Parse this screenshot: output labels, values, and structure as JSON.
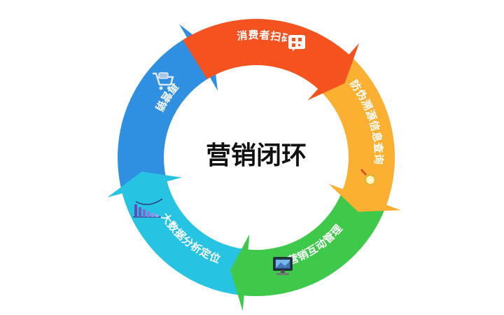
{
  "diagram": {
    "center_title": "营销闭环",
    "segments": [
      {
        "id": "scan",
        "label": "消费者扫码",
        "color": "#f4521e",
        "icon": "scan-chat-icon"
      },
      {
        "id": "trace",
        "label": "防伪溯源信息查询",
        "color": "#fbb031",
        "icon": "magnifier-icon"
      },
      {
        "id": "manage",
        "label": "营销互动管理",
        "color": "#3fc94a",
        "icon": "computer-icon"
      },
      {
        "id": "data",
        "label": "大数据分析定位",
        "color": "#27c3e3",
        "icon": "bar-chart-icon"
      },
      {
        "id": "remark",
        "label": "再营销",
        "color": "#2f8fe0",
        "icon": "shopping-cart-icon"
      }
    ]
  }
}
